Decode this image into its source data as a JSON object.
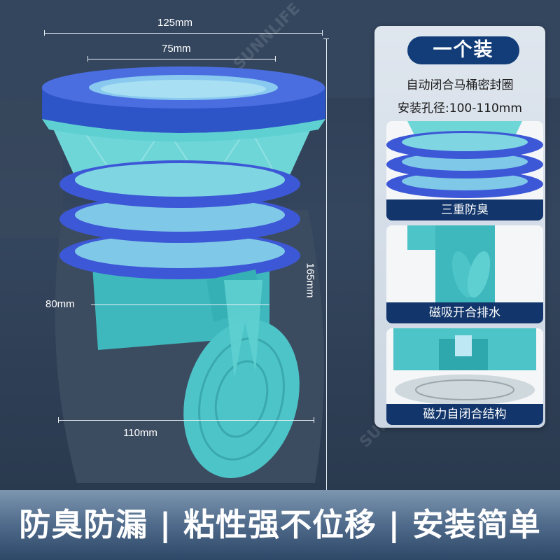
{
  "dimensions": {
    "width_top": "125mm",
    "width_inner": "75mm",
    "height": "165mm",
    "pipe_width": "80mm",
    "base_width": "110mm"
  },
  "watermark": "SUNNLIFE",
  "panel": {
    "badge": "一个装",
    "product_name": "自动闭合马桶密封圈",
    "install_hole": "安装孔径:100-110mm",
    "features": [
      {
        "caption": "三重防臭"
      },
      {
        "caption": "磁吸开合排水"
      },
      {
        "caption": "磁力自闭合结构"
      }
    ]
  },
  "banner": {
    "text": "防臭防漏 | 粘性强不位移 | 安装简单"
  },
  "colors": {
    "ring_blue": "#3b5fd0",
    "body_teal": "#4cc4c8",
    "navy": "#12366b"
  }
}
